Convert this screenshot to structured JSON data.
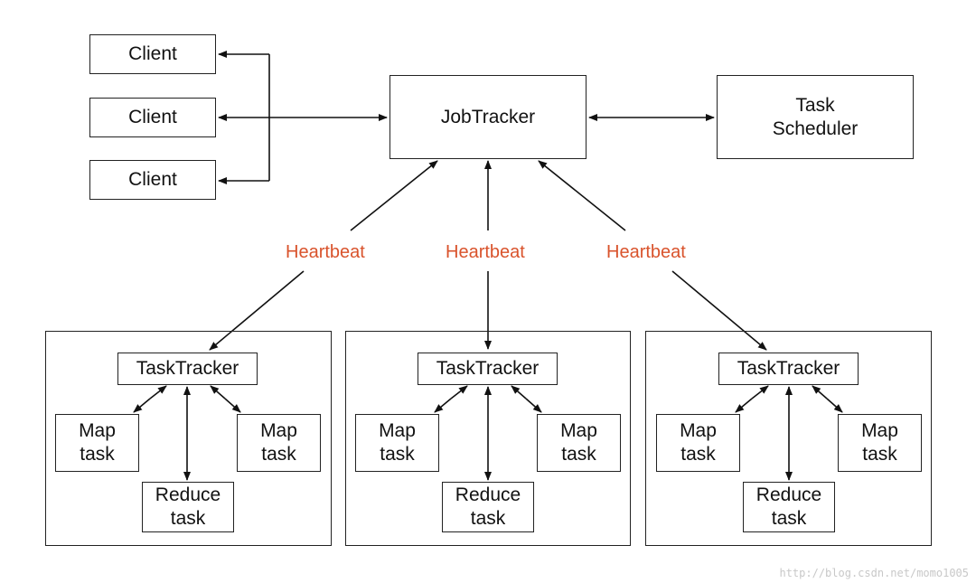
{
  "clients": [
    "Client",
    "Client",
    "Client"
  ],
  "job_tracker": "JobTracker",
  "task_scheduler": [
    "Task",
    "Scheduler"
  ],
  "heartbeat_labels": [
    "Heartbeat",
    "Heartbeat",
    "Heartbeat"
  ],
  "groups": [
    {
      "task_tracker": "TaskTracker",
      "map_left": [
        "Map",
        "task"
      ],
      "map_right": [
        "Map",
        "task"
      ],
      "reduce": [
        "Reduce",
        "task"
      ]
    },
    {
      "task_tracker": "TaskTracker",
      "map_left": [
        "Map",
        "task"
      ],
      "map_right": [
        "Map",
        "task"
      ],
      "reduce": [
        "Reduce",
        "task"
      ]
    },
    {
      "task_tracker": "TaskTracker",
      "map_left": [
        "Map",
        "task"
      ],
      "map_right": [
        "Map",
        "task"
      ],
      "reduce": [
        "Reduce",
        "task"
      ]
    }
  ],
  "watermark": "http://blog.csdn.net/momo1005",
  "colors": {
    "heartbeat": "#d9532c",
    "stroke": "#222222"
  }
}
